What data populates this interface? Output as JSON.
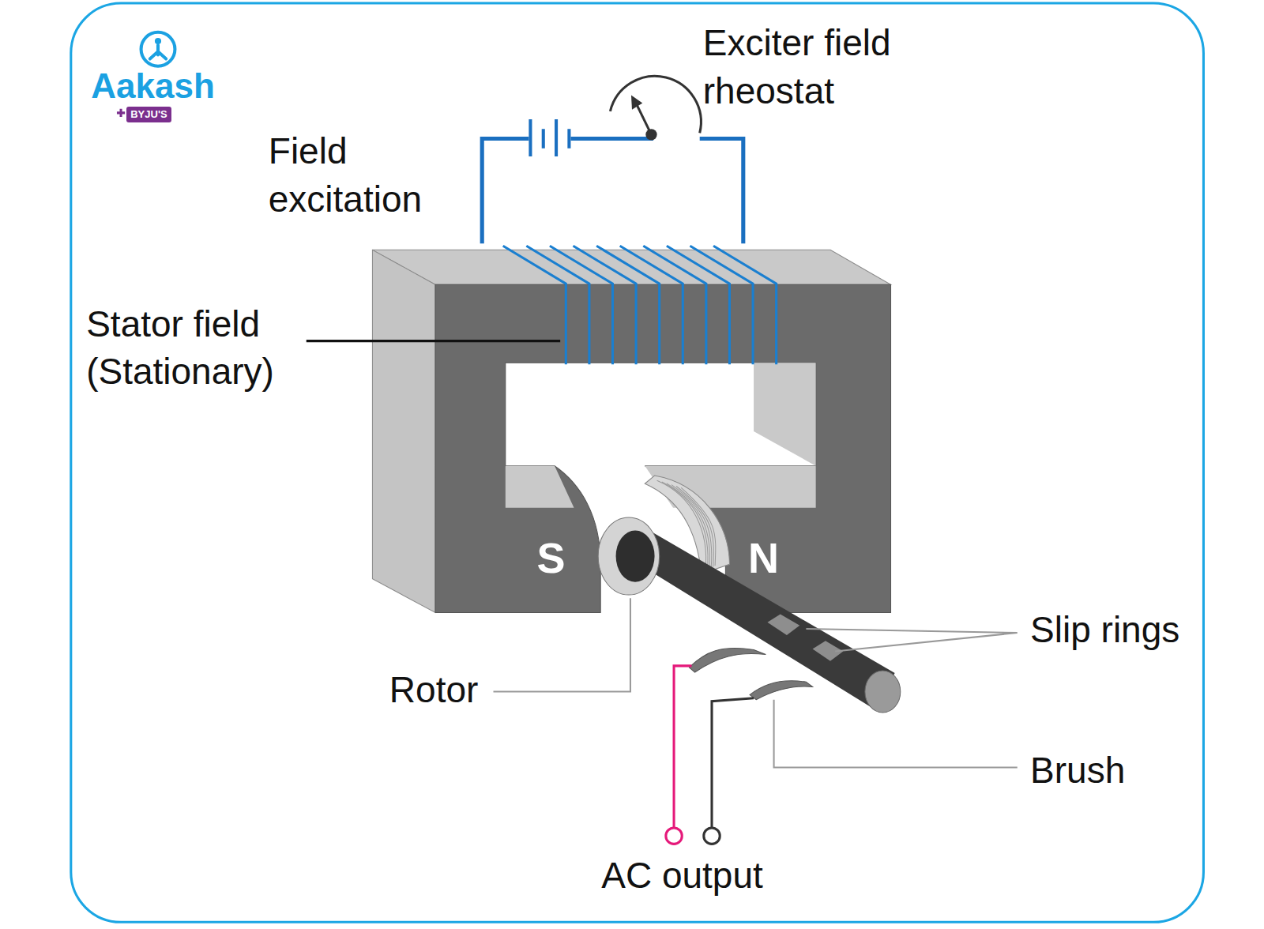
{
  "diagram": {
    "labels": [
      "Aakash",
      "BYJU'S",
      "Field excitation",
      "Exciter field rheostat",
      "Stator field (Stationary)",
      "S",
      "N",
      "Rotor",
      "Slip rings",
      "Brush",
      "AC output"
    ]
  }
}
